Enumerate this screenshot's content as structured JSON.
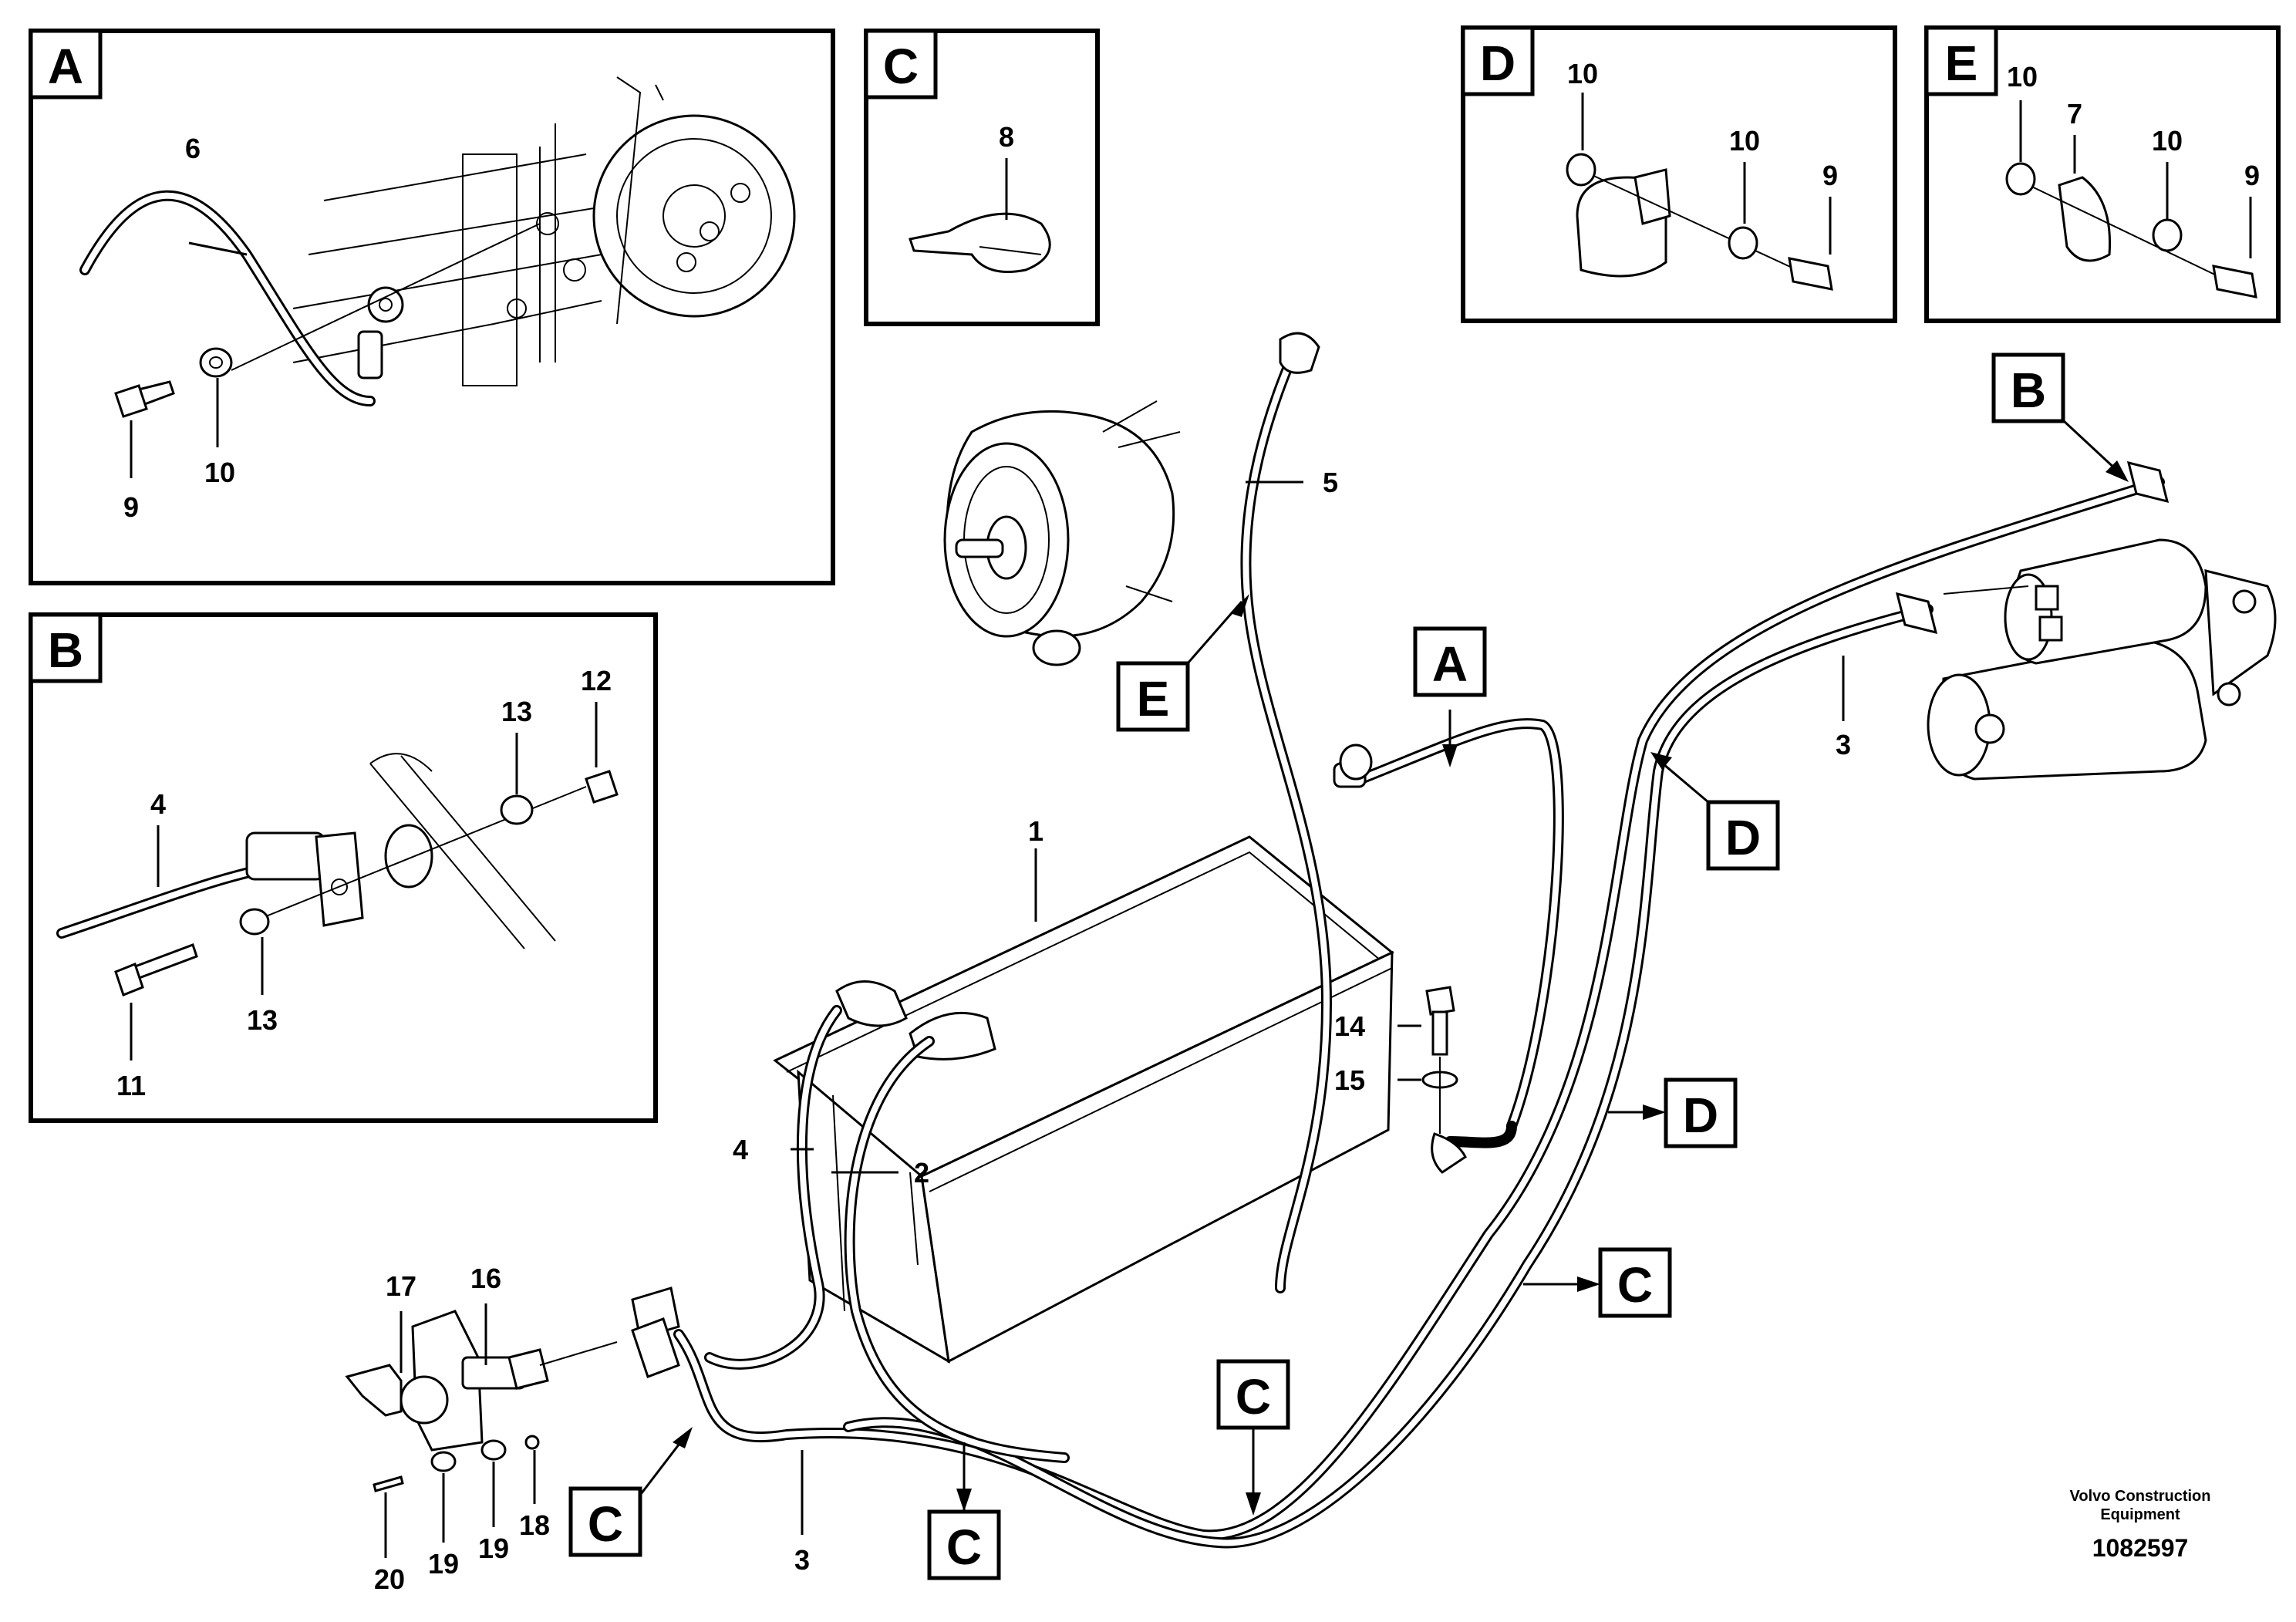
{
  "detail_boxes": {
    "A": {
      "tag": "A",
      "labels": [
        "6",
        "9",
        "10"
      ]
    },
    "B": {
      "tag": "B",
      "labels": [
        "4",
        "11",
        "12",
        "13",
        "13"
      ]
    },
    "C": {
      "tag": "C",
      "labels": [
        "8"
      ]
    },
    "D": {
      "tag": "D",
      "labels": [
        "10",
        "10",
        "9"
      ]
    },
    "E": {
      "tag": "E",
      "labels": [
        "10",
        "7",
        "10",
        "9"
      ]
    }
  },
  "main": {
    "callouts": [
      "E",
      "B",
      "A",
      "D",
      "D",
      "C",
      "C",
      "C",
      "C"
    ],
    "numbers": [
      "1",
      "2",
      "3",
      "3",
      "4",
      "5",
      "14",
      "15",
      "16",
      "17",
      "18",
      "19",
      "19",
      "20"
    ]
  },
  "footer": {
    "brand_line1": "Volvo Construction",
    "brand_line2": "Equipment",
    "drawing_number": "1082597"
  },
  "colors": {
    "line": "#000000",
    "background": "#ffffff"
  }
}
